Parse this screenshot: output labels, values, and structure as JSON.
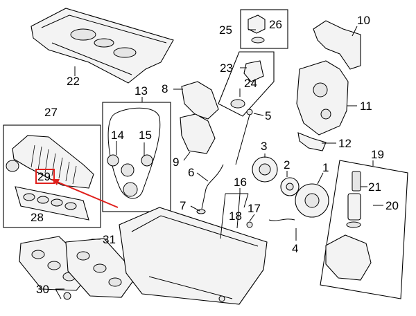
{
  "diagram": {
    "highlight_color": "#e0201c",
    "highlighted_callout": "29",
    "callouts": {
      "c1": "1",
      "c2": "2",
      "c3": "3",
      "c4": "4",
      "c5": "5",
      "c6": "6",
      "c7": "7",
      "c8": "8",
      "c9": "9",
      "c10": "10",
      "c11": "11",
      "c12": "12",
      "c13": "13",
      "c14": "14",
      "c15": "15",
      "c16": "16",
      "c17": "17",
      "c18": "18",
      "c19": "19",
      "c20": "20",
      "c21": "21",
      "c22": "22",
      "c23": "23",
      "c24": "24",
      "c25": "25",
      "c26": "26",
      "c27": "27",
      "c28": "28",
      "c29": "29",
      "c30": "30",
      "c31": "31"
    }
  }
}
